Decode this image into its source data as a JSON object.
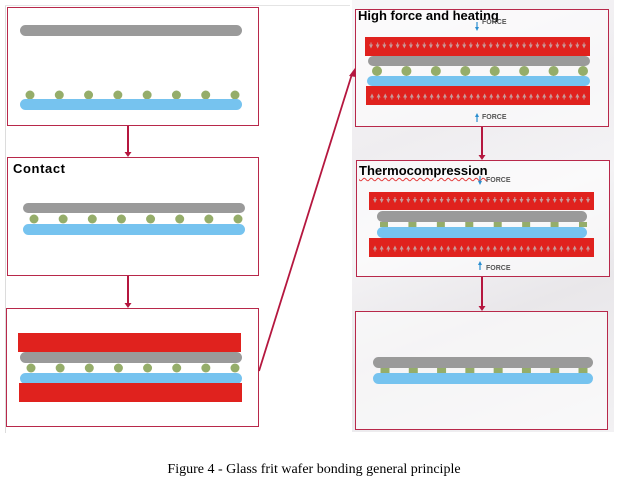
{
  "figure": {
    "caption": "Figure 4 - Glass frit wafer bonding general principle"
  },
  "steps": [
    {
      "id": "initial",
      "label": ""
    },
    {
      "id": "contact",
      "label": "Contact"
    },
    {
      "id": "clamping",
      "label": ""
    },
    {
      "id": "high-force",
      "label": "High force and heating"
    },
    {
      "id": "thermocompression",
      "label": "Thermocompression"
    },
    {
      "id": "bonded",
      "label": ""
    }
  ],
  "annotations": {
    "force_top": "FORCE",
    "force_bottom": "FORCE"
  },
  "colors": {
    "frame": "#b8284a",
    "arrow": "#b5173f",
    "cap_wafer": "#9a9a9a",
    "device_wafer": "#76c3ef",
    "glass_frit": "#95ad6a",
    "heater_plate": "#e0221e"
  }
}
